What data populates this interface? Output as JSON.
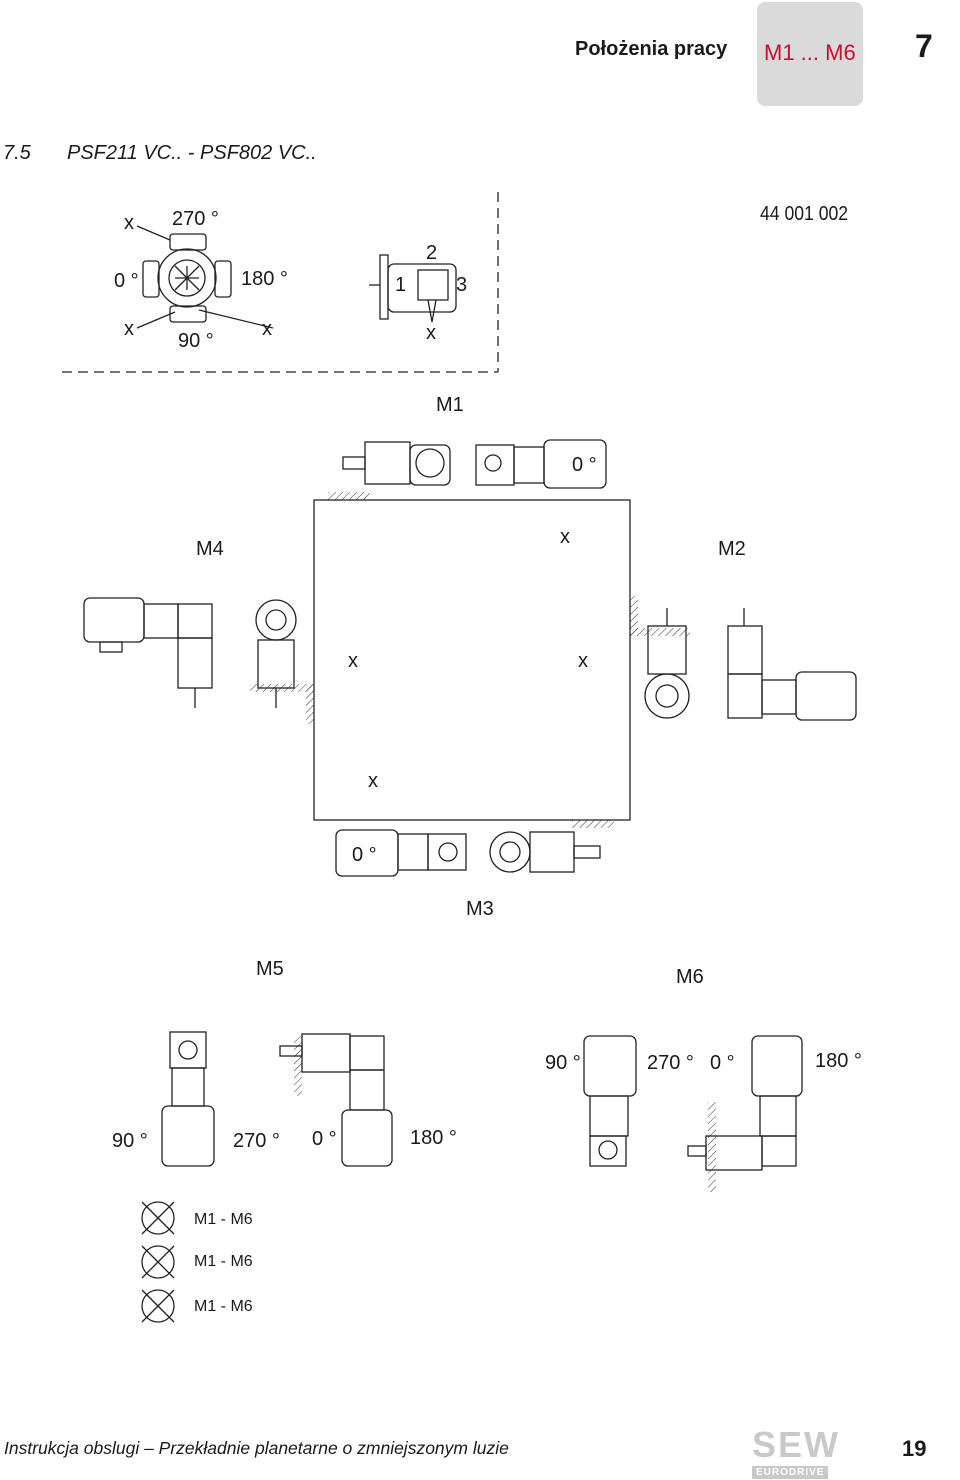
{
  "header": {
    "title": "Położenia pracy",
    "tab_label": "M1 ... M6",
    "chapter": "7",
    "tab_color": "#dadadb",
    "accent_color": "#c8102e"
  },
  "section": {
    "number": "7.5",
    "title": "PSF211 VC.. - PSF802 VC.."
  },
  "drawing_number": "44 001 002",
  "terminal_box": {
    "angles": {
      "a270": "270 °",
      "a0": "0 °",
      "a180": "180 °",
      "a90": "90 °"
    },
    "cable_entries": {
      "e1": "1",
      "e2": "2",
      "e3": "3"
    },
    "x_mark": "x"
  },
  "positions": {
    "m1": "M1",
    "m2": "M2",
    "m3": "M3",
    "m4": "M4",
    "m5": "M5",
    "m6": "M6"
  },
  "inline_zero": "0 °",
  "m5_angles": [
    "90 °",
    "270 °",
    "0 °",
    "180 °"
  ],
  "m6_angles": [
    "90 °",
    "270 °",
    "0 °",
    "180 °"
  ],
  "legend": {
    "row1": "M1 - M6",
    "row2": "M1 - M6",
    "row3": "M1 - M6",
    "icons": [
      "crossed-ceiling-mount-icon",
      "crossed-wall-mount-icon",
      "crossed-floor-mount-icon"
    ]
  },
  "footer": {
    "text": "Instrukcja obslugi – Przekładnie planetarne o zmniejszonym luzie",
    "logo_text": "SEW",
    "logo_subtext": "EURODRIVE",
    "page_number": "19"
  }
}
